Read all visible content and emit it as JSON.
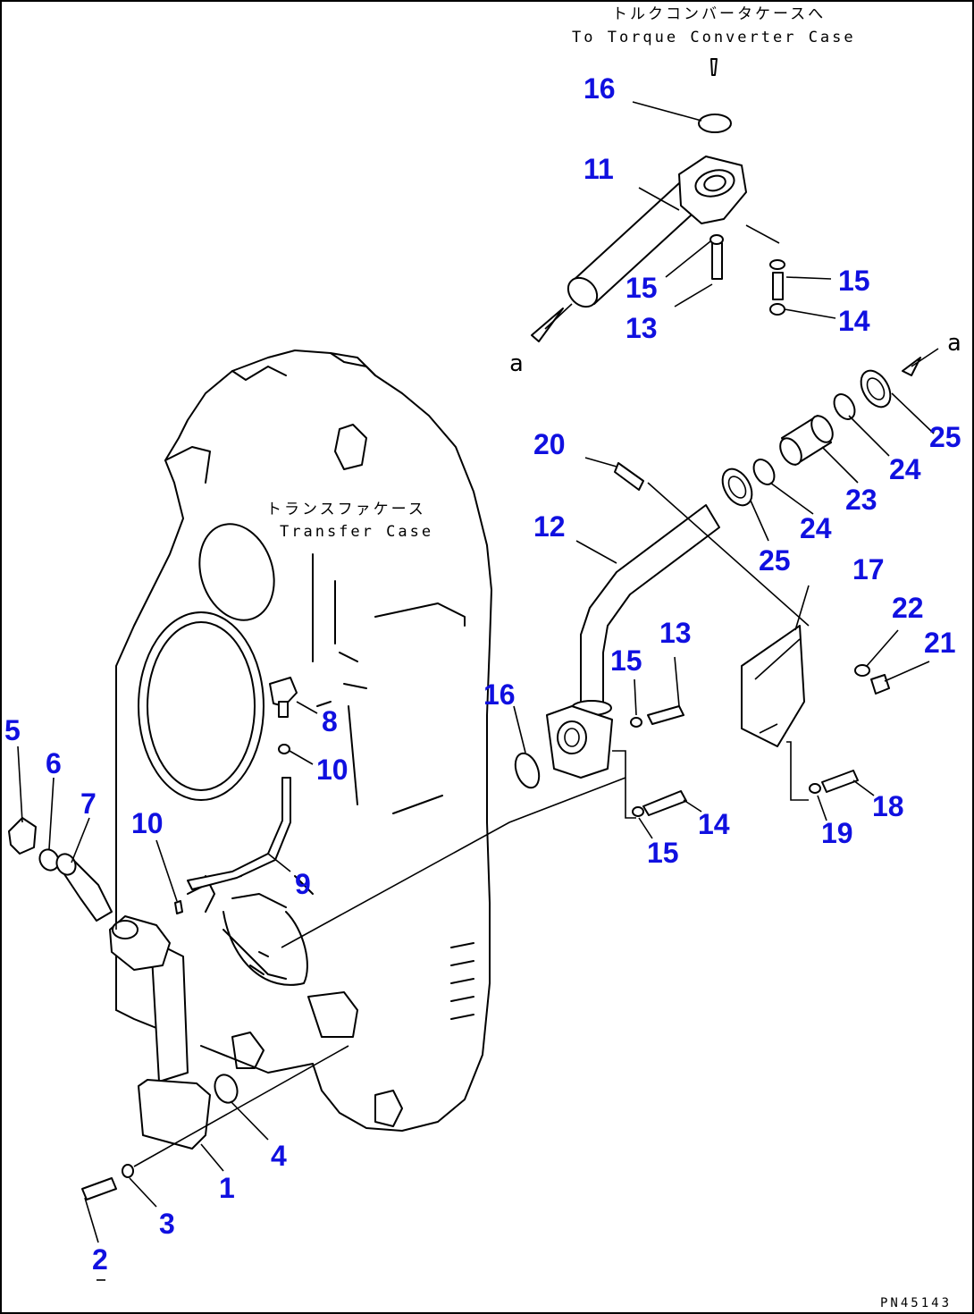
{
  "captions": {
    "torque_jp": "トルクコンバータケースへ",
    "torque_en": "To Torque Converter Case",
    "transfer_jp": "トランスファケース",
    "transfer_en": "Transfer Case",
    "drawing_code": "PN45143"
  },
  "arrow_labels": {
    "a_left": "a",
    "a_right": "a"
  },
  "callouts": [
    {
      "id": "c16a",
      "label": "16"
    },
    {
      "id": "c11",
      "label": "11"
    },
    {
      "id": "c15a",
      "label": "15"
    },
    {
      "id": "c15b",
      "label": "15"
    },
    {
      "id": "c13a",
      "label": "13"
    },
    {
      "id": "c14a",
      "label": "14"
    },
    {
      "id": "c25a",
      "label": "25"
    },
    {
      "id": "c24a",
      "label": "24"
    },
    {
      "id": "c23",
      "label": "23"
    },
    {
      "id": "c24b",
      "label": "24"
    },
    {
      "id": "c25b",
      "label": "25"
    },
    {
      "id": "c20",
      "label": "20"
    },
    {
      "id": "c12",
      "label": "12"
    },
    {
      "id": "c17",
      "label": "17"
    },
    {
      "id": "c22",
      "label": "22"
    },
    {
      "id": "c21",
      "label": "21"
    },
    {
      "id": "c13b",
      "label": "13"
    },
    {
      "id": "c15c",
      "label": "15"
    },
    {
      "id": "c16b",
      "label": "16"
    },
    {
      "id": "c8",
      "label": "8"
    },
    {
      "id": "c10a",
      "label": "10"
    },
    {
      "id": "c5",
      "label": "5"
    },
    {
      "id": "c6",
      "label": "6"
    },
    {
      "id": "c7",
      "label": "7"
    },
    {
      "id": "c10b",
      "label": "10"
    },
    {
      "id": "c9",
      "label": "9"
    },
    {
      "id": "c14b",
      "label": "14"
    },
    {
      "id": "c15d",
      "label": "15"
    },
    {
      "id": "c18",
      "label": "18"
    },
    {
      "id": "c19",
      "label": "19"
    },
    {
      "id": "c4",
      "label": "4"
    },
    {
      "id": "c1",
      "label": "1"
    },
    {
      "id": "c3",
      "label": "3"
    },
    {
      "id": "c2",
      "label": "2"
    }
  ],
  "colors": {
    "callout": "#1010e0",
    "ink": "#000000",
    "background": "#ffffff"
  }
}
